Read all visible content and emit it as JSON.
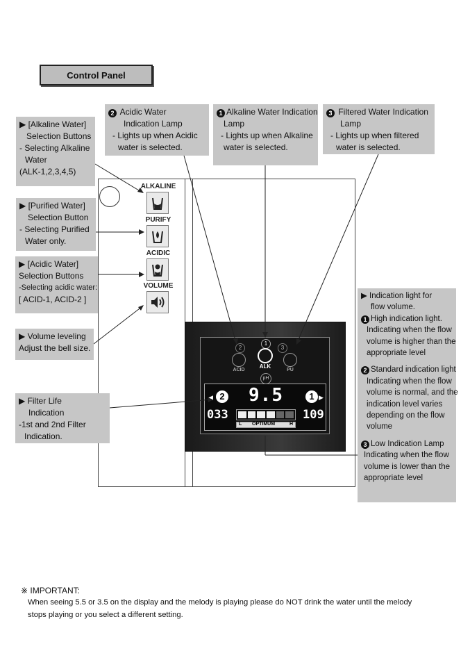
{
  "title": "Control Panel",
  "callouts": {
    "alkaline_btn": [
      "▶ [Alkaline Water]",
      "Selection Buttons",
      "- Selecting Alkaline",
      "Water",
      "(ALK-1,2,3,4,5)"
    ],
    "purified_btn": [
      "▶ [Purified Water]",
      "Selection Button",
      "- Selecting Purified",
      "Water only."
    ],
    "acidic_btn": [
      "▶ [Acidic Water]",
      "Selection Buttons",
      "-Selecting acidic water:",
      "[ ACID-1, ACID-2 ]"
    ],
    "volume": [
      "▶ Volume leveling",
      "Adjust the bell size."
    ],
    "filter_life": [
      "▶ Filter Life",
      "Indication",
      "-1st and 2nd Filter",
      "Indication."
    ],
    "acidic_lamp": {
      "num": "2",
      "lines": [
        "Acidic Water",
        "Indication Lamp",
        "- Lights up when Acidic",
        "water is selected."
      ]
    },
    "alkaline_lamp": {
      "num": "1",
      "lines": [
        "Alkaline Water Indication",
        "Lamp",
        "- Lights up when Alkaline",
        "water is selected."
      ]
    },
    "filtered_lamp": {
      "num": "3",
      "lines": [
        "Filtered Water Indication",
        "Lamp",
        "- Lights up when filtered",
        "water is selected."
      ]
    },
    "flow": {
      "intro": [
        "▶ Indication light for",
        "flow volume."
      ],
      "high": [
        "High indication light.",
        "Indicating when the flow",
        "volume is higher than the",
        "appropriate level"
      ],
      "standard": [
        "Standard indication light",
        "Indicating when the flow",
        "volume is normal, and the",
        "indication level varies",
        "depending on the flow",
        "volume"
      ],
      "low": [
        "Low Indication Lamp",
        "Indicating when the flow",
        "volume is lower than the",
        "appropriate level"
      ]
    }
  },
  "buttons": {
    "alkaline": "ALKALINE",
    "purify": "PURIFY",
    "acidic": "ACIDIC",
    "volume": "VOLUME"
  },
  "display": {
    "ph_value": "9.5",
    "left_count": "033",
    "right_count": "109",
    "left_filter": "2",
    "right_filter": "1",
    "bar_low": "L",
    "bar_mid": "OPTIMUM",
    "bar_high": "H",
    "lamp_acid": "ACID",
    "lamp_alk": "ALK",
    "lamp_pu": "PU",
    "ph_icon": "pH",
    "marker_left": "2",
    "marker_mid": "1",
    "marker_right": "3"
  },
  "important": {
    "heading": "※ IMPORTANT:",
    "line1": "When seeing 5.5 or 3.5 on the display and the melody is playing please do NOT drink the water until the melody",
    "line2": "stops playing or you select a different setting."
  },
  "colors": {
    "callout": "#c6c6c6",
    "panel": "#202020",
    "screen": "#141414"
  }
}
